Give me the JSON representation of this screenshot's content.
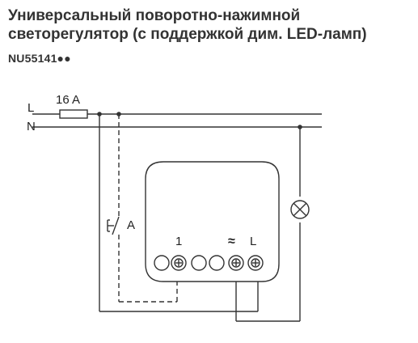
{
  "header": {
    "title_line1": "Универсальный поворотно-нажимной",
    "title_line2": "светорегулятор (с поддержкой дим. LED-ламп)",
    "product_code": "NU55141●●"
  },
  "diagram": {
    "line_label": "L",
    "neutral_label": "N",
    "fuse_rating": "16 A",
    "extension_label": "A",
    "terminal_1_label": "1",
    "dimmer_out_symbol": "≈",
    "terminal_l_label": "L"
  },
  "icons": {
    "lamp": "lamp-cross-icon",
    "push_button": "push-button-icon",
    "screw_terminal": "screw-terminal-icon"
  },
  "colors": {
    "line": "#333333",
    "text": "#222222"
  }
}
